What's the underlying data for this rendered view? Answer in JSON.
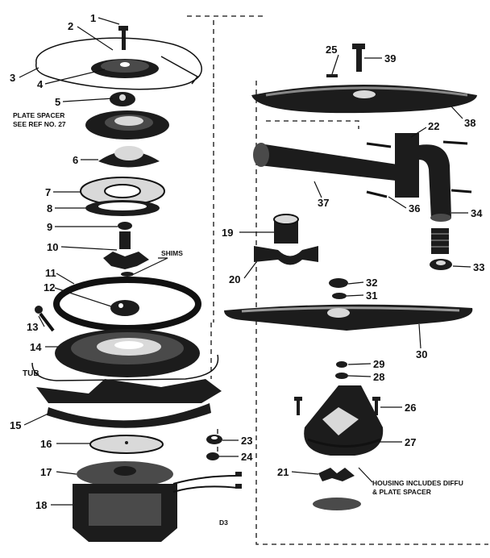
{
  "diagram": {
    "page_code": "D3",
    "callouts": {
      "c1": "1",
      "c2": "2",
      "c3": "3",
      "c4": "4",
      "c5": "5",
      "c6": "6",
      "c7": "7",
      "c8": "8",
      "c9": "9",
      "c10": "10",
      "c11": "11",
      "c12": "12",
      "c13": "13",
      "c14": "14",
      "c15": "15",
      "c16": "16",
      "c17": "17",
      "c18": "18",
      "c19": "19",
      "c20": "20",
      "c21": "21",
      "c22": "22",
      "c23": "23",
      "c24": "24",
      "c25": "25",
      "c26": "26",
      "c27": "27",
      "c28": "28",
      "c29": "29",
      "c30": "30",
      "c31": "31",
      "c32": "32",
      "c33": "33",
      "c34": "34",
      "c36": "36",
      "c37": "37",
      "c38": "38",
      "c39": "39"
    },
    "notes": {
      "plate_spacer_line1": "PLATE SPACER",
      "plate_spacer_line2": "SEE REF NO. 27",
      "shims": "SHIMS",
      "tub": "TUB",
      "housing_line1": "HOUSING INCLUDES DIFFU",
      "housing_line2": "& PLATE SPACER"
    }
  }
}
